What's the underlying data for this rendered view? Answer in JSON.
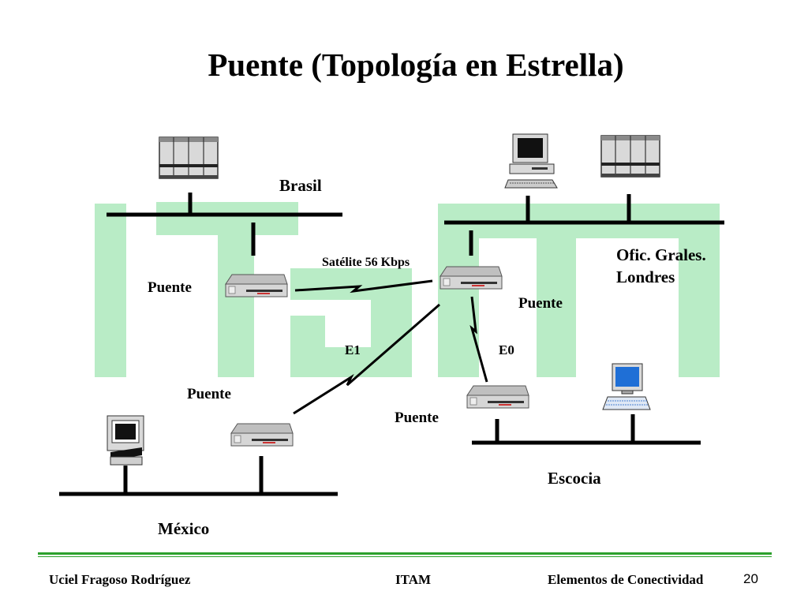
{
  "title": "Puente (Topología en Estrella)",
  "watermark": {
    "text": "itam",
    "color": "#b9ecc6"
  },
  "nodes": {
    "brasil": {
      "label": "Brasil"
    },
    "londres": {
      "label_line1": "Ofic. Grales.",
      "label_line2": "Londres"
    },
    "escocia": {
      "label": "Escocia"
    },
    "mexico": {
      "label": "México"
    }
  },
  "bridges": {
    "brasil": "Puente",
    "londres": "Puente",
    "mexico": "Puente",
    "escocia": "Puente"
  },
  "links": {
    "satellite": "Satélite 56 Kbps",
    "e1": "E1",
    "e0": "E0"
  },
  "devices": {
    "server": "server-rack-icon",
    "workstation": "desktop-computer-icon",
    "bridge": "bridge-device-icon",
    "terminal": "terminal-icon"
  },
  "footer": {
    "author": "Uciel Fragoso Rodríguez",
    "institution": "ITAM",
    "topic": "Elementos de Conectividad",
    "page": "20",
    "line_color": "#2ca02c"
  }
}
